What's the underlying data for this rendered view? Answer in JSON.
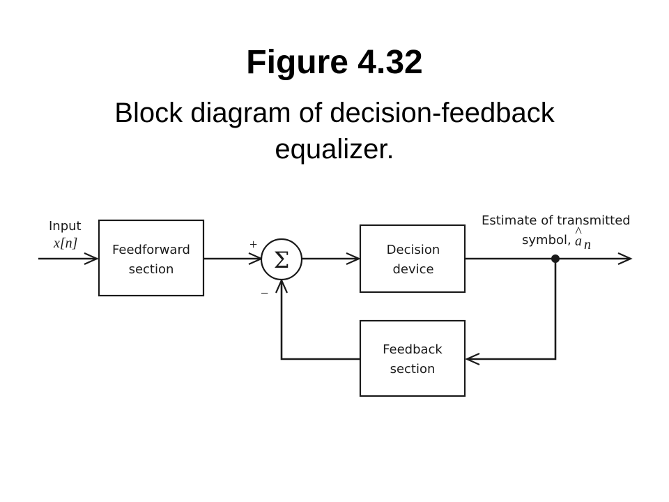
{
  "figure": {
    "title": "Figure 4.32",
    "caption": "Block diagram of decision-feedback equalizer."
  },
  "diagram": {
    "input_label": "Input",
    "input_signal": "x[n]",
    "feedforward_block": {
      "line1": "Feedforward",
      "line2": "section"
    },
    "decision_block": {
      "line1": "Decision",
      "line2": "device"
    },
    "feedback_block": {
      "line1": "Feedback",
      "line2": "section"
    },
    "summer_symbol": "Σ",
    "plus_sign": "+",
    "minus_sign": "−",
    "output_label_line1": "Estimate of transmitted",
    "output_label_line2": "symbol,",
    "output_symbol_base": "a",
    "output_symbol_hat": "^",
    "output_symbol_sub": "n"
  }
}
